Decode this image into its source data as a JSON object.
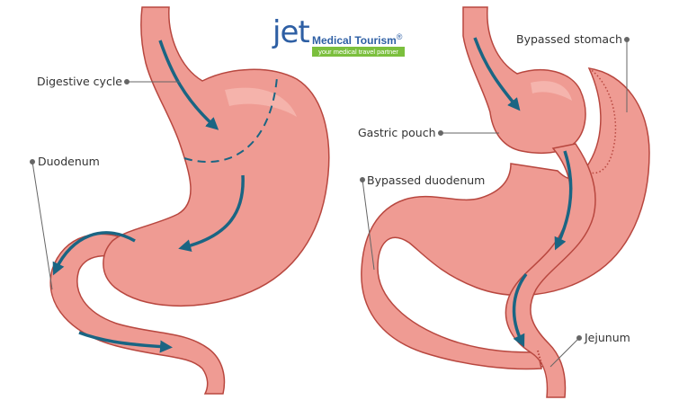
{
  "logo": {
    "word": "jet",
    "name": "Medical Tourism",
    "registered": "®",
    "tagline": "your medical travel partner"
  },
  "labels": {
    "digestive_cycle": "Digestive cycle",
    "duodenum": "Duodenum",
    "bypassed_stomach": "Bypassed stomach",
    "gastric_pouch": "Gastric pouch",
    "bypassed_duodenum": "Bypassed duodenum",
    "jejunum": "Jejunum"
  },
  "colors": {
    "tissue": "#ef9b93",
    "tissue_light": "#f6b9b1",
    "outline": "#b8473f",
    "arrow": "#1a6583",
    "leader": "#666666",
    "logo_blue": "#2e5fa4",
    "logo_green": "#7bbf3d"
  }
}
